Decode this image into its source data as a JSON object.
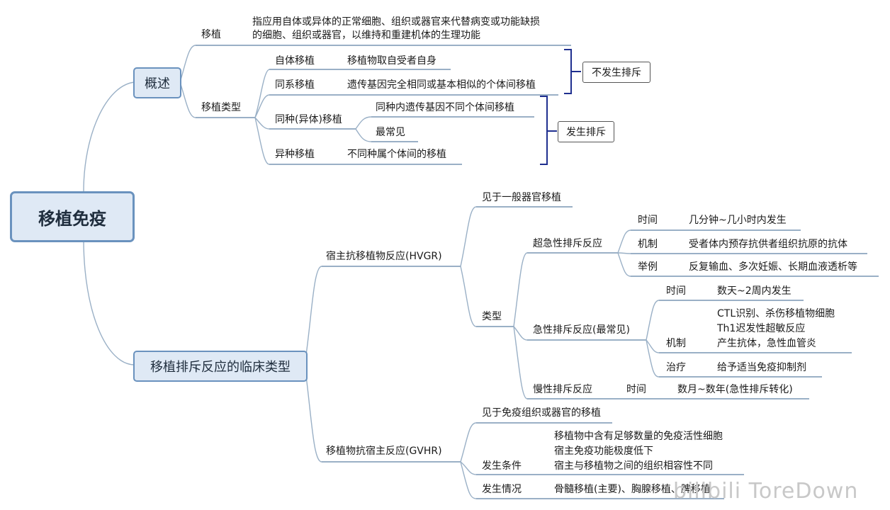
{
  "root": "移植免疫",
  "overview": {
    "title": "概述",
    "transplant_label": "移植",
    "transplant_def_line1": "指应用自体或异体的正常细胞、组织或器官来代替病变或功能缺损",
    "transplant_def_line2": "的细胞、组织或器官，以维持和重建机体的生理功能",
    "types_label": "移植类型",
    "types": [
      {
        "name": "自体移植",
        "desc": "移植物取自受者自身"
      },
      {
        "name": "同系移植",
        "desc": "遗传基因完全相同或基本相似的个体间移植"
      },
      {
        "name": "同种(异体)移植",
        "desc": [
          "同种内遗传基因不同个体间移植",
          "最常见"
        ]
      },
      {
        "name": "异种移植",
        "desc": "不同种属个体间的移植"
      }
    ],
    "no_rejection_tag": "不发生排斥",
    "rejection_tag": "发生排斥"
  },
  "clinical": {
    "title": "移植排斥反应的临床类型",
    "hvgr": {
      "label": "宿主抗移植物反应(HVGR)",
      "note": "见于一般器官移植",
      "types_label": "类型",
      "hyperacute": {
        "label": "超急性排斥反应",
        "time_label": "时间",
        "time": "几分钟~几小时内发生",
        "mech_label": "机制",
        "mech": "受者体内预存抗供者组织抗原的抗体",
        "example_label": "举例",
        "example": "反复输血、多次妊娠、长期血液透析等"
      },
      "acute": {
        "label": "急性排斥反应(最常见)",
        "time_label": "时间",
        "time": "数天~2周内发生",
        "mech_label": "机制",
        "mech": [
          "CTL识别、杀伤移植物细胞",
          "Th1迟发性超敏反应",
          "产生抗体，急性血管炎"
        ],
        "treat_label": "治疗",
        "treat": "给予适当免疫抑制剂"
      },
      "chronic": {
        "label": "慢性排斥反应",
        "time_label": "时间",
        "time": "数月~数年(急性排斥转化)"
      }
    },
    "gvhr": {
      "label": "移植物抗宿主反应(GVHR)",
      "note": "见于免疫组织或器官的移植",
      "cond_label": "发生条件",
      "cond": [
        "移植物中含有足够数量的免疫活性细胞",
        "宿主免疫功能极度低下",
        "宿主与移植物之间的组织相容性不同"
      ],
      "occ_label": "发生情况",
      "occ": "骨髓移植(主要)、胸腺移植、脾移植"
    }
  },
  "watermark": "bilibili ToreDown",
  "colors": {
    "line": "#9ab0c6",
    "box_fill": "#dfe9f5",
    "box_border": "#6a92be",
    "bracket": "#1f2f8f"
  }
}
